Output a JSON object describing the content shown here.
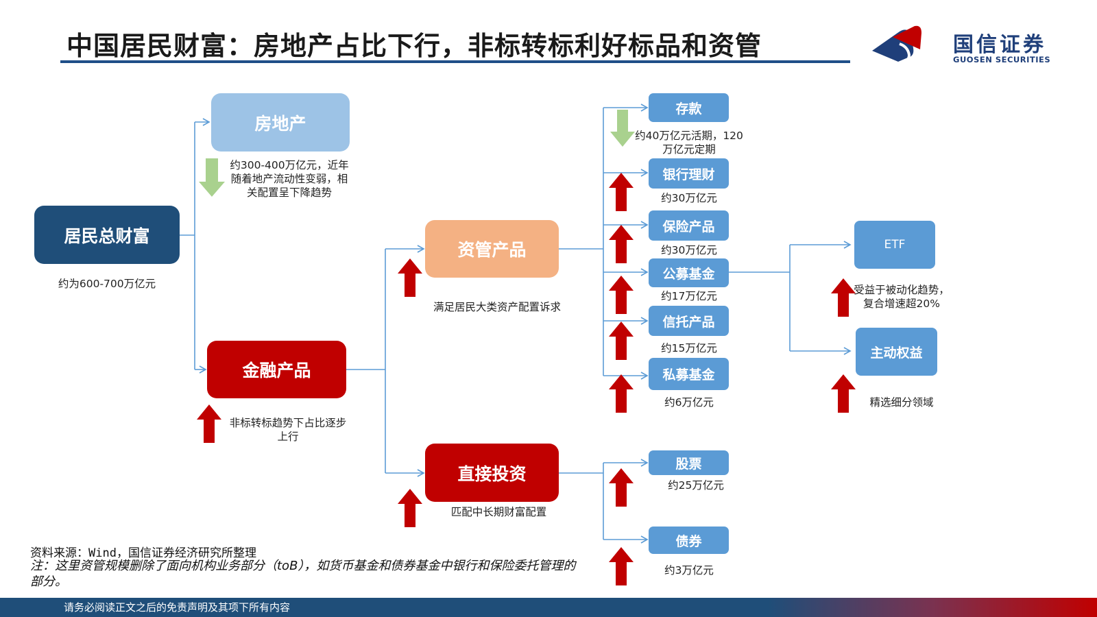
{
  "header": {
    "title": "中国居民财富：房地产占比下行，非标转标利好标品和资管",
    "logo_cn": "国信证券",
    "logo_en": "GUOSEN SECURITIES"
  },
  "colors": {
    "title_rule": "#1f4f88",
    "up_arrow": "#c00000",
    "down_arrow": "#a9d18e",
    "connector": "#5b9bd5",
    "small_box": "#5b9bd5"
  },
  "nodes": {
    "wealth": {
      "label": "居民总财富",
      "note": "约为600-700万亿元"
    },
    "realestate": {
      "label": "房地产",
      "note_lines": [
        "约300-400万亿元，近年",
        "随着地产流动性变弱，相",
        "关配置呈下降趋势"
      ]
    },
    "finprod": {
      "label": "金融产品",
      "note_lines": [
        "非标转标趋势下占比逐步",
        "上行"
      ]
    },
    "assetmgmt": {
      "label": "资管产品",
      "note": "满足居民大类资产配置诉求"
    },
    "direct": {
      "label": "直接投资",
      "note": "匹配中长期财富配置"
    },
    "deposit": {
      "label": "存款",
      "note_lines": [
        "约40万亿元活期，120",
        "万亿元定期"
      ]
    },
    "bankwm": {
      "label": "银行理财",
      "note": "约30万亿元"
    },
    "insurance": {
      "label": "保险产品",
      "note": "约30万亿元"
    },
    "publicfund": {
      "label": "公募基金",
      "note": "约17万亿元"
    },
    "trust": {
      "label": "信托产品",
      "note": "约15万亿元"
    },
    "privatefund": {
      "label": "私募基金",
      "note": "约6万亿元"
    },
    "stock": {
      "label": "股票",
      "note": "约25万亿元"
    },
    "bond": {
      "label": "债券",
      "note": "约3万亿元"
    },
    "etf": {
      "label": "ETF",
      "note_lines": [
        "受益于被动化趋势，",
        "复合增速超20%"
      ]
    },
    "active": {
      "label": "主动权益",
      "note": "精选细分领域"
    }
  },
  "footer": {
    "source": "资料来源：Wind，国信证券经济研究所整理",
    "footnote": "注：这里资管规模删除了面向机构业务部分（toB），如货币基金和债券基金中银行和保险委托管理的部分。",
    "disclaimer": "请务必阅读正文之后的免责声明及其项下所有内容"
  }
}
